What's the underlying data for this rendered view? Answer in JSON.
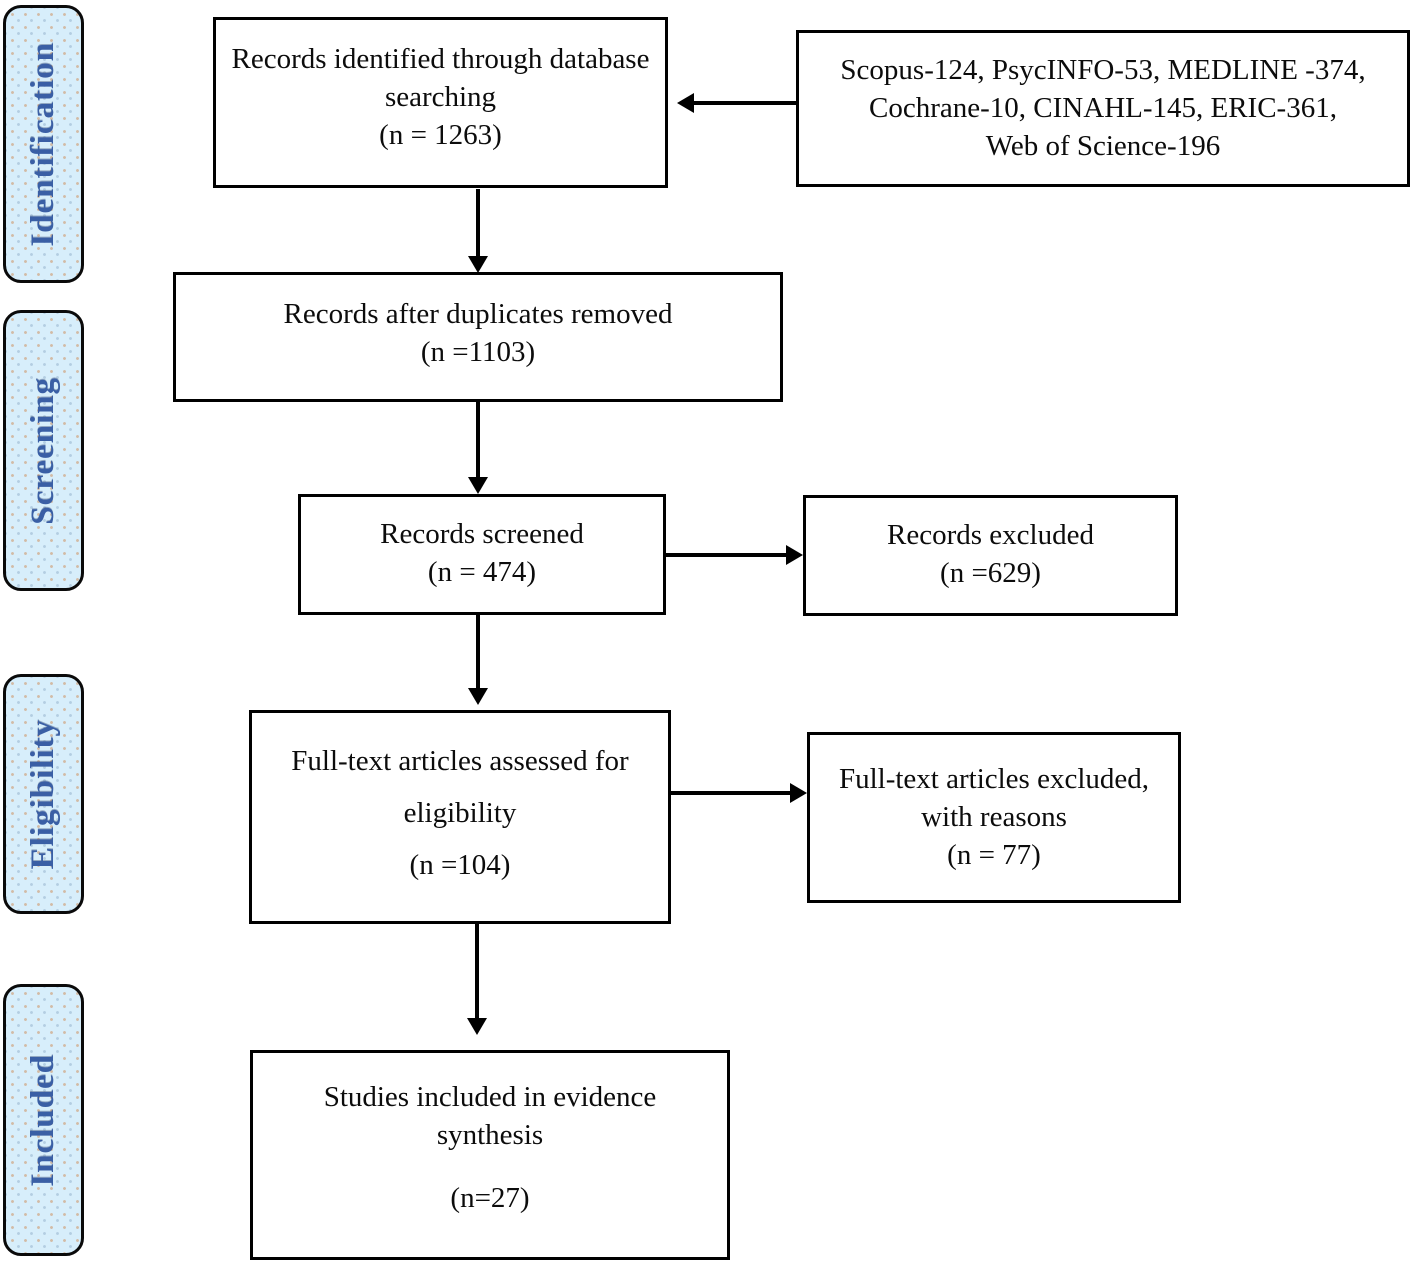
{
  "diagram": {
    "type": "prisma-flowchart",
    "stages": [
      {
        "label": "Identification"
      },
      {
        "label": "Screening"
      },
      {
        "label": "Eligibility"
      },
      {
        "label": "Included"
      }
    ],
    "boxes": {
      "identified": {
        "lines": [
          "Records identified through database",
          "searching",
          "(n = 1263)"
        ]
      },
      "sources": {
        "lines": [
          "Scopus-124, PsycINFO-53, MEDLINE -374,",
          "Cochrane-10, CINAHL-145, ERIC-361,",
          "Web of Science-196"
        ]
      },
      "duplicates_removed": {
        "lines": [
          "Records after duplicates removed",
          "(n =1103)"
        ]
      },
      "screened": {
        "lines": [
          "Records screened",
          "(n = 474)"
        ]
      },
      "records_excluded": {
        "lines": [
          "Records excluded",
          "(n =629)"
        ]
      },
      "fulltext_assessed": {
        "lines": [
          "Full-text articles assessed for",
          "eligibility",
          "(n =104)"
        ]
      },
      "fulltext_excluded": {
        "lines": [
          "Full-text articles excluded,",
          "with reasons",
          "(n = 77)"
        ]
      },
      "studies_included": {
        "lines": [
          "Studies included in evidence",
          "synthesis",
          "(n=27)"
        ]
      }
    },
    "colors": {
      "stage_fill": "#d7eefb",
      "stage_text": "#3a5fa5",
      "box_border": "#000000",
      "box_fill": "#ffffff",
      "arrow": "#000000"
    }
  }
}
